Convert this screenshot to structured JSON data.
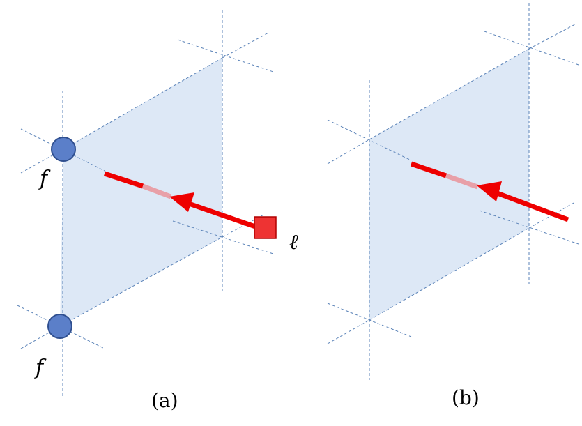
{
  "panels": [
    {
      "id": "a",
      "caption": "(a)",
      "site_labels": [
        "f",
        "f"
      ],
      "marker_label": "ℓ"
    },
    {
      "id": "b",
      "caption": "(b)"
    }
  ],
  "colors": {
    "cell_fill": "#dde8f6",
    "grid_line": "#5b83b8",
    "site_circle": "#5b7fc9",
    "site_circle_stroke": "#2f4f8f",
    "arrow": "#ee0000",
    "arrow_faded": "#e8a0a8",
    "marker_square": "#ee3333",
    "marker_square_stroke": "#b00000"
  }
}
